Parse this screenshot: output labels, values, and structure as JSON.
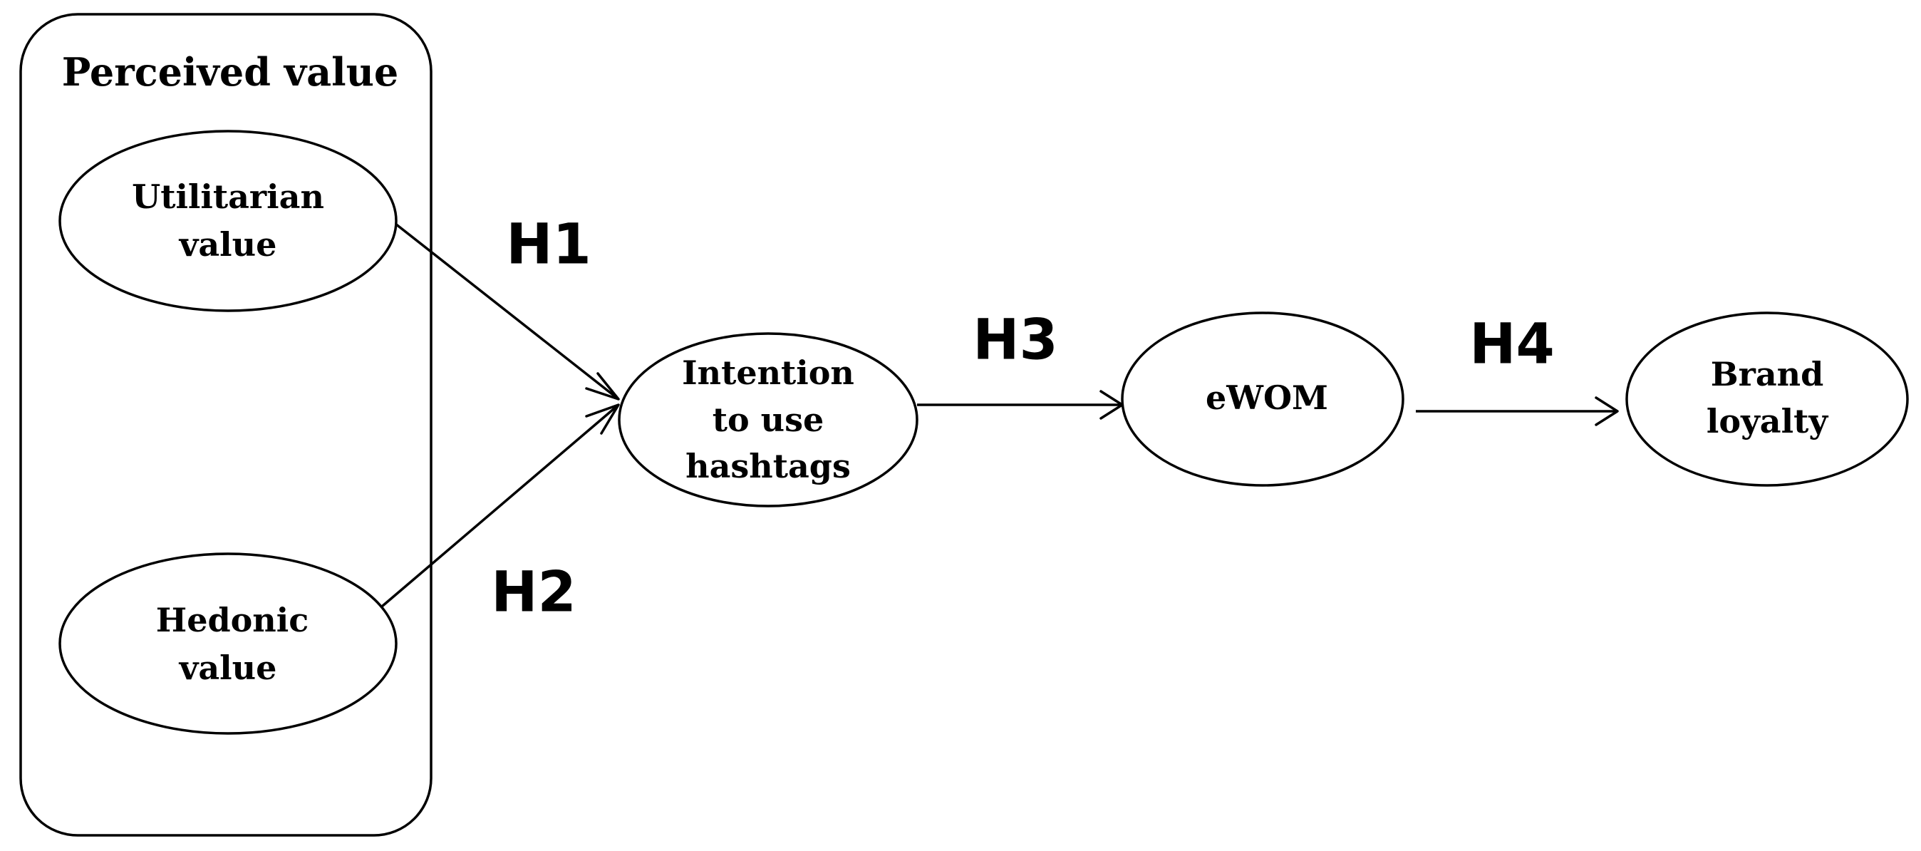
{
  "group": {
    "label": "Perceived value"
  },
  "nodes": {
    "utilitarian": {
      "lines": [
        "Utilitarian",
        "value"
      ]
    },
    "hedonic": {
      "lines": [
        "Hedonic",
        "value"
      ]
    },
    "intention": {
      "lines": [
        "Intention",
        "to use",
        "hashtags"
      ]
    },
    "ewom": {
      "lines": [
        "eWOM"
      ]
    },
    "brand": {
      "lines": [
        "Brand",
        "loyalty"
      ]
    }
  },
  "edges": {
    "h1": {
      "label": "H1",
      "from": "utilitarian",
      "to": "intention"
    },
    "h2": {
      "label": "H2",
      "from": "hedonic",
      "to": "intention"
    },
    "h3": {
      "label": "H3",
      "from": "intention",
      "to": "ewom"
    },
    "h4": {
      "label": "H4",
      "from": "ewom",
      "to": "brand"
    }
  }
}
